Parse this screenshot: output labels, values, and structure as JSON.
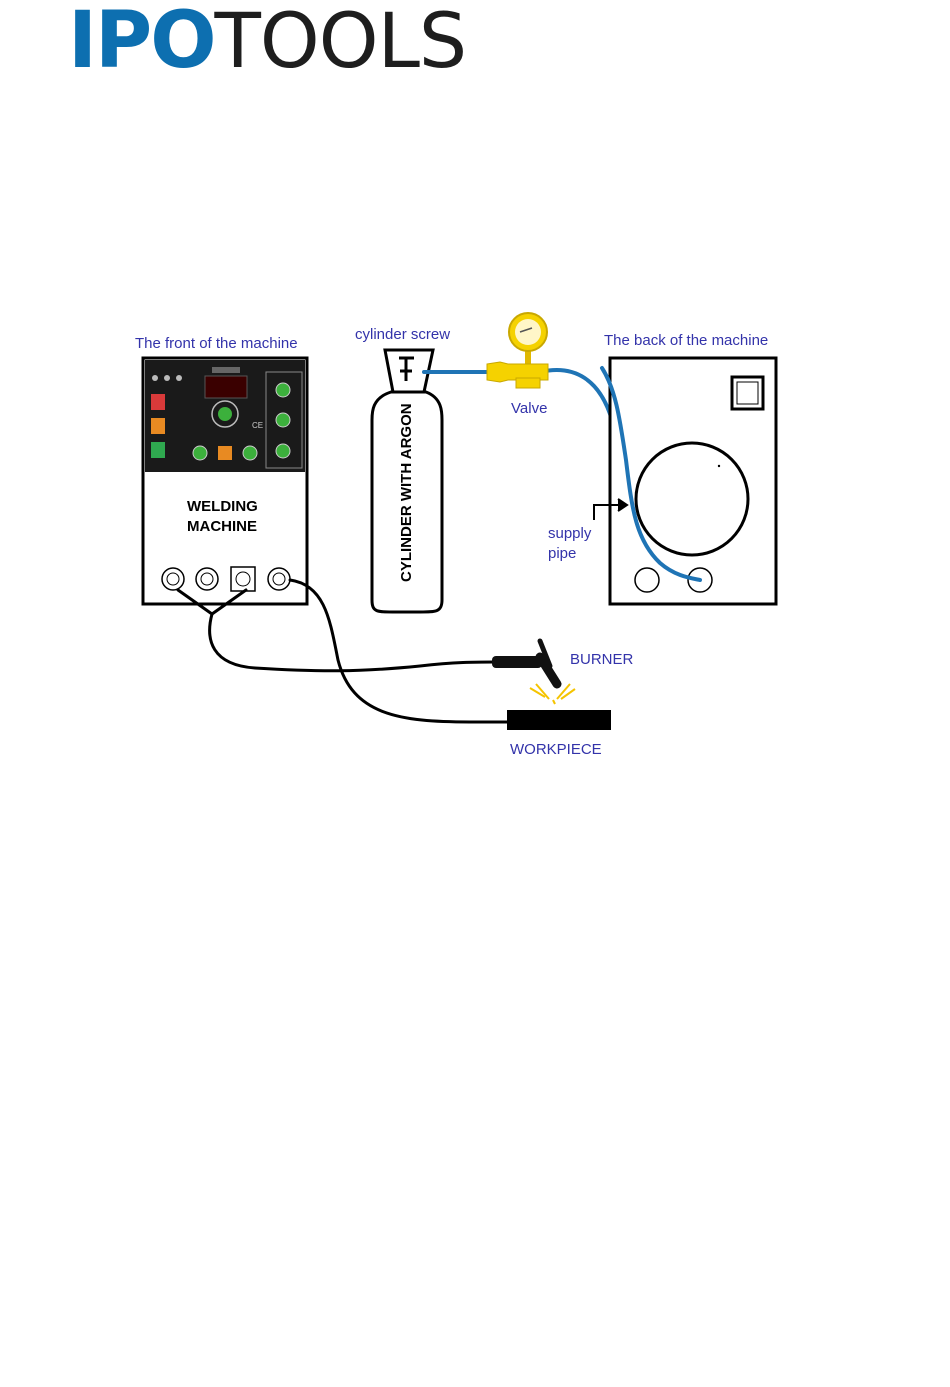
{
  "logo": {
    "bold": "IPO",
    "thin": "TOOLS"
  },
  "diagram": {
    "front_label": "The front of the machine",
    "machine_label_line1": "WELDING",
    "machine_label_line2": "MACHINE",
    "cylinder_screw_label": "cylinder screw",
    "cylinder_label": "CYLINDER WITH ARGON",
    "valve_label": "Valve",
    "back_label": "The back of the machine",
    "supply_line1": "supply",
    "supply_line2": "pipe",
    "burner_label": "BURNER",
    "workpiece_label": "WORKPIECE"
  },
  "colors": {
    "logo_blue": "#0d6fb0",
    "hose_blue": "#1f74b5",
    "label_blue": "#3333aa",
    "valve_yellow": "#f5d200"
  }
}
